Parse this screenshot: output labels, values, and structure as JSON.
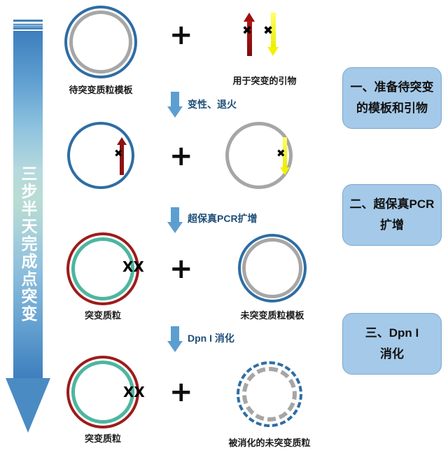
{
  "diagram": {
    "vertical_banner": {
      "text": "三步半天完成点突变",
      "color": "#4a8bc4"
    },
    "plus_signs": [
      "+",
      "+",
      "+",
      "+"
    ],
    "steps": [
      {
        "arrow_label": "变性、退火",
        "label_color": "#1f4e79"
      },
      {
        "arrow_label": "超保真PCR扩增",
        "label_color": "#1f4e79"
      },
      {
        "arrow_label": "Dpn I 消化",
        "label_color": "#1f4e79"
      }
    ],
    "rows": [
      {
        "left_item": {
          "caption": "待突变质粒模板",
          "outer_ring_color": "#2e6da4",
          "inner_ring_color": "#a6a6a6"
        },
        "right_item": {
          "caption": "用于突变的引物",
          "primer_up_color": "#a01010",
          "primer_down_color": "#f2f200",
          "x_mark": "✖"
        }
      },
      {
        "left_item": {
          "caption": "",
          "ring_color": "#2e6da4",
          "primer_color": "#8c1414",
          "x_mark": "✖"
        },
        "right_item": {
          "caption": "",
          "ring_color": "#a6a6a6",
          "primer_color": "#f2f200",
          "x_mark": "✖"
        }
      },
      {
        "left_item": {
          "caption": "突变质粒",
          "outer_ring_color": "#9e1b1b",
          "inner_ring_color": "#4db6a0",
          "x_mark": "XX"
        },
        "right_item": {
          "caption": "未突变质粒模板",
          "outer_ring_color": "#2e6da4",
          "inner_ring_color": "#a6a6a6"
        }
      },
      {
        "left_item": {
          "caption": "突变质粒",
          "outer_ring_color": "#9e1b1b",
          "inner_ring_color": "#4db6a0",
          "x_mark": "XX"
        },
        "right_item": {
          "caption": "被消化的未突变质粒",
          "outer_ring_color": "#2e6da4",
          "inner_ring_color": "#a6a6a6",
          "style": "dashed"
        }
      }
    ],
    "step_boxes": [
      {
        "text": "一、准备待突变\n的模板和引物"
      },
      {
        "text": "二、超保真PCR\n扩增"
      },
      {
        "text": "三、Dpn I\n消化"
      }
    ]
  }
}
